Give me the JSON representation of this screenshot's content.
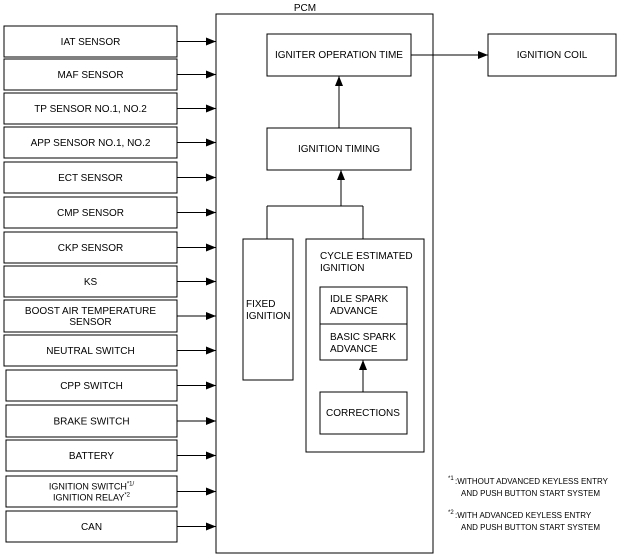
{
  "pcm": {
    "label": "PCM"
  },
  "inputs": [
    {
      "id": "iat",
      "lines": [
        "IAT SENSOR"
      ]
    },
    {
      "id": "maf",
      "lines": [
        "MAF SENSOR"
      ]
    },
    {
      "id": "tp",
      "lines": [
        "TP SENSOR NO.1, NO.2"
      ]
    },
    {
      "id": "app",
      "lines": [
        "APP SENSOR NO.1, NO.2"
      ]
    },
    {
      "id": "ect",
      "lines": [
        "ECT SENSOR"
      ]
    },
    {
      "id": "cmp",
      "lines": [
        "CMP SENSOR"
      ]
    },
    {
      "id": "ckp",
      "lines": [
        "CKP SENSOR"
      ]
    },
    {
      "id": "ks",
      "lines": [
        "KS"
      ]
    },
    {
      "id": "boost",
      "lines": [
        "BOOST AIR TEMPERATURE",
        "SENSOR"
      ]
    },
    {
      "id": "neutral",
      "lines": [
        "NEUTRAL SWITCH"
      ]
    },
    {
      "id": "cpp",
      "lines": [
        "CPP SWITCH"
      ]
    },
    {
      "id": "brake",
      "lines": [
        "BRAKE SWITCH"
      ]
    },
    {
      "id": "battery",
      "lines": [
        "BATTERY"
      ]
    },
    {
      "id": "ign",
      "lines": [
        "IGNITION SWITCH",
        "IGNITION RELAY"
      ],
      "sups": [
        "*1/",
        "*2"
      ]
    },
    {
      "id": "can",
      "lines": [
        "CAN"
      ]
    }
  ],
  "blocks": {
    "igniter_time": "IGNITER OPERATION TIME",
    "ignition_coil": "IGNITION COIL",
    "ignition_timing": "IGNITION TIMING",
    "fixed_ignition": [
      "FIXED",
      "IGNITION"
    ],
    "cycle_estimated": [
      "CYCLE ESTIMATED",
      "IGNITION"
    ],
    "idle_spark": [
      "IDLE SPARK",
      "ADVANCE"
    ],
    "basic_spark": [
      "BASIC SPARK",
      "ADVANCE"
    ],
    "corrections": "CORRECTIONS"
  },
  "notes": [
    {
      "mark": "*1",
      "lines": [
        ":WITHOUT ADVANCED KEYLESS ENTRY",
        "AND PUSH BUTTON START SYSTEM"
      ]
    },
    {
      "mark": "*2",
      "lines": [
        ":WITH ADVANCED KEYLESS ENTRY",
        "AND PUSH BUTTON START SYSTEM"
      ]
    }
  ]
}
